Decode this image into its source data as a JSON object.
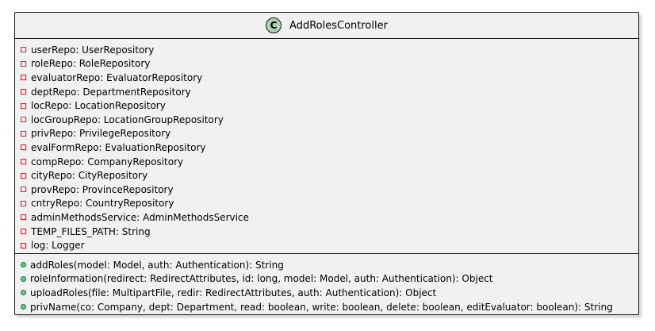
{
  "class": {
    "stereotype_letter": "C",
    "name": "AddRolesController",
    "icon_color": "#add1b2"
  },
  "fields": [
    "userRepo: UserRepository",
    "roleRepo: RoleRepository",
    "evaluatorRepo: EvaluatorRepository",
    "deptRepo: DepartmentRepository",
    "locRepo: LocationRepository",
    "locGroupRepo: LocationGroupRepository",
    "privRepo: PrivilegeRepository",
    "evalFormRepo: EvaluationRepository",
    "compRepo: CompanyRepository",
    "cityRepo: CityRepository",
    "provRepo: ProvinceRepository",
    "cntryRepo: CountryRepository",
    "adminMethodsService: AdminMethodsService",
    "TEMP_FILES_PATH: String",
    "log: Logger"
  ],
  "methods": [
    "addRoles(model: Model, auth: Authentication): String",
    "roleInformation(redirect: RedirectAttributes, id: long, model: Model, auth: Authentication): Object",
    "uploadRoles(file: MultipartFile, redir: RedirectAttributes, auth: Authentication): Object",
    "privName(co: Company, dept: Department, read: boolean, write: boolean, delete: boolean, editEvaluator: boolean): String"
  ],
  "visibility": {
    "fields": "private",
    "methods": "public",
    "private_color": "#c82930",
    "public_color": "#038048"
  }
}
